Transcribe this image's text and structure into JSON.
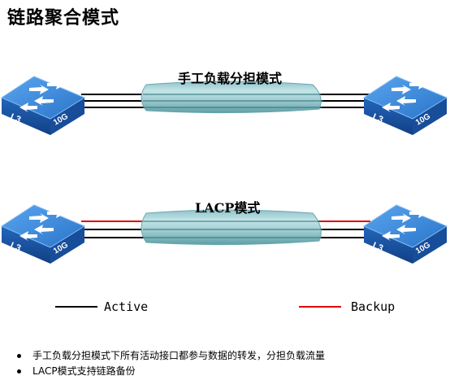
{
  "title": "链路聚合模式",
  "diagrams": [
    {
      "label": "手工负载分担模式",
      "lines": [
        "black",
        "black",
        "black"
      ]
    },
    {
      "label": "LACP模式",
      "lines": [
        "red",
        "black",
        "black"
      ]
    }
  ],
  "switch": {
    "layer": "L3",
    "speed": "10G"
  },
  "legend": {
    "active": "Active",
    "backup": "Backup"
  },
  "notes": [
    "手工负载分担模式下所有活动接口都参与数据的转发，分担负载流量",
    "LACP模式支持链路备份"
  ],
  "colors": {
    "switch_top": "#3f8ee0",
    "switch_side": "#1a56a8",
    "active_link": "#000000",
    "backup_link": "#e00000",
    "tube_light": "#c4e5e8",
    "tube_dark": "#5f9fa6"
  }
}
